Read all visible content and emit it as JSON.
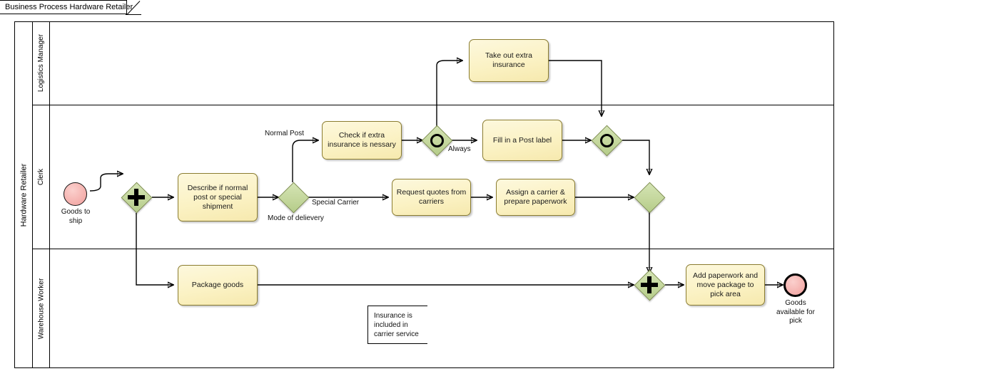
{
  "diagram": {
    "title": "Business Process Hardware Retailer",
    "pool": {
      "label": "Hardware Retailer"
    },
    "lanes": [
      {
        "id": "logistics-manager",
        "label": "Logistics Manager"
      },
      {
        "id": "clerk",
        "label": "Clerk"
      },
      {
        "id": "warehouse-worker",
        "label": "Warehouse Worker"
      }
    ]
  },
  "events": {
    "start": {
      "label": "Goods to\nship",
      "type": "start-event",
      "color": "#f4aeab"
    },
    "end": {
      "label": "Goods\navailable for\npick",
      "type": "end-event",
      "color": "#f4aeab"
    }
  },
  "tasks": {
    "take_out_extra_insurance": "Take out extra insurance",
    "check_if_extra_insurance": "Check if extra insurance is nessary",
    "fill_in_post_label": "Fill in a Post label",
    "describe_shipment": "Describe if normal post or special shipment",
    "request_quotes": "Request quotes from carriers",
    "assign_carrier": "Assign a carrier & prepare paperwork",
    "package_goods": "Package goods",
    "add_paperwork": "Add paperwork and move package to pick area"
  },
  "gateways": {
    "split_parallel": {
      "name": "parallel-gateway-split",
      "symbol": "plus"
    },
    "mode_of_delivery": {
      "name": "exclusive-gateway-mode-of-delivery",
      "symbol": "none",
      "label": "Mode of delievery"
    },
    "insurance_decision": {
      "name": "inclusive-gateway-insurance",
      "symbol": "circle"
    },
    "insurance_merge": {
      "name": "inclusive-gateway-merge",
      "symbol": "circle"
    },
    "post_carrier_merge": {
      "name": "exclusive-gateway-merge",
      "symbol": "none"
    },
    "join_parallel": {
      "name": "parallel-gateway-join",
      "symbol": "plus"
    }
  },
  "flow_labels": {
    "normal_post": "Normal Post",
    "special_carrier": "Special Carrier",
    "always": "Always"
  },
  "annotation": {
    "text": "Insurance is\nincluded in\ncarrier service"
  },
  "colors": {
    "task_fill": "#fbf2c4",
    "gateway_fill": "#c3d69b",
    "event_fill": "#f4aeab",
    "stroke": "#000000"
  }
}
